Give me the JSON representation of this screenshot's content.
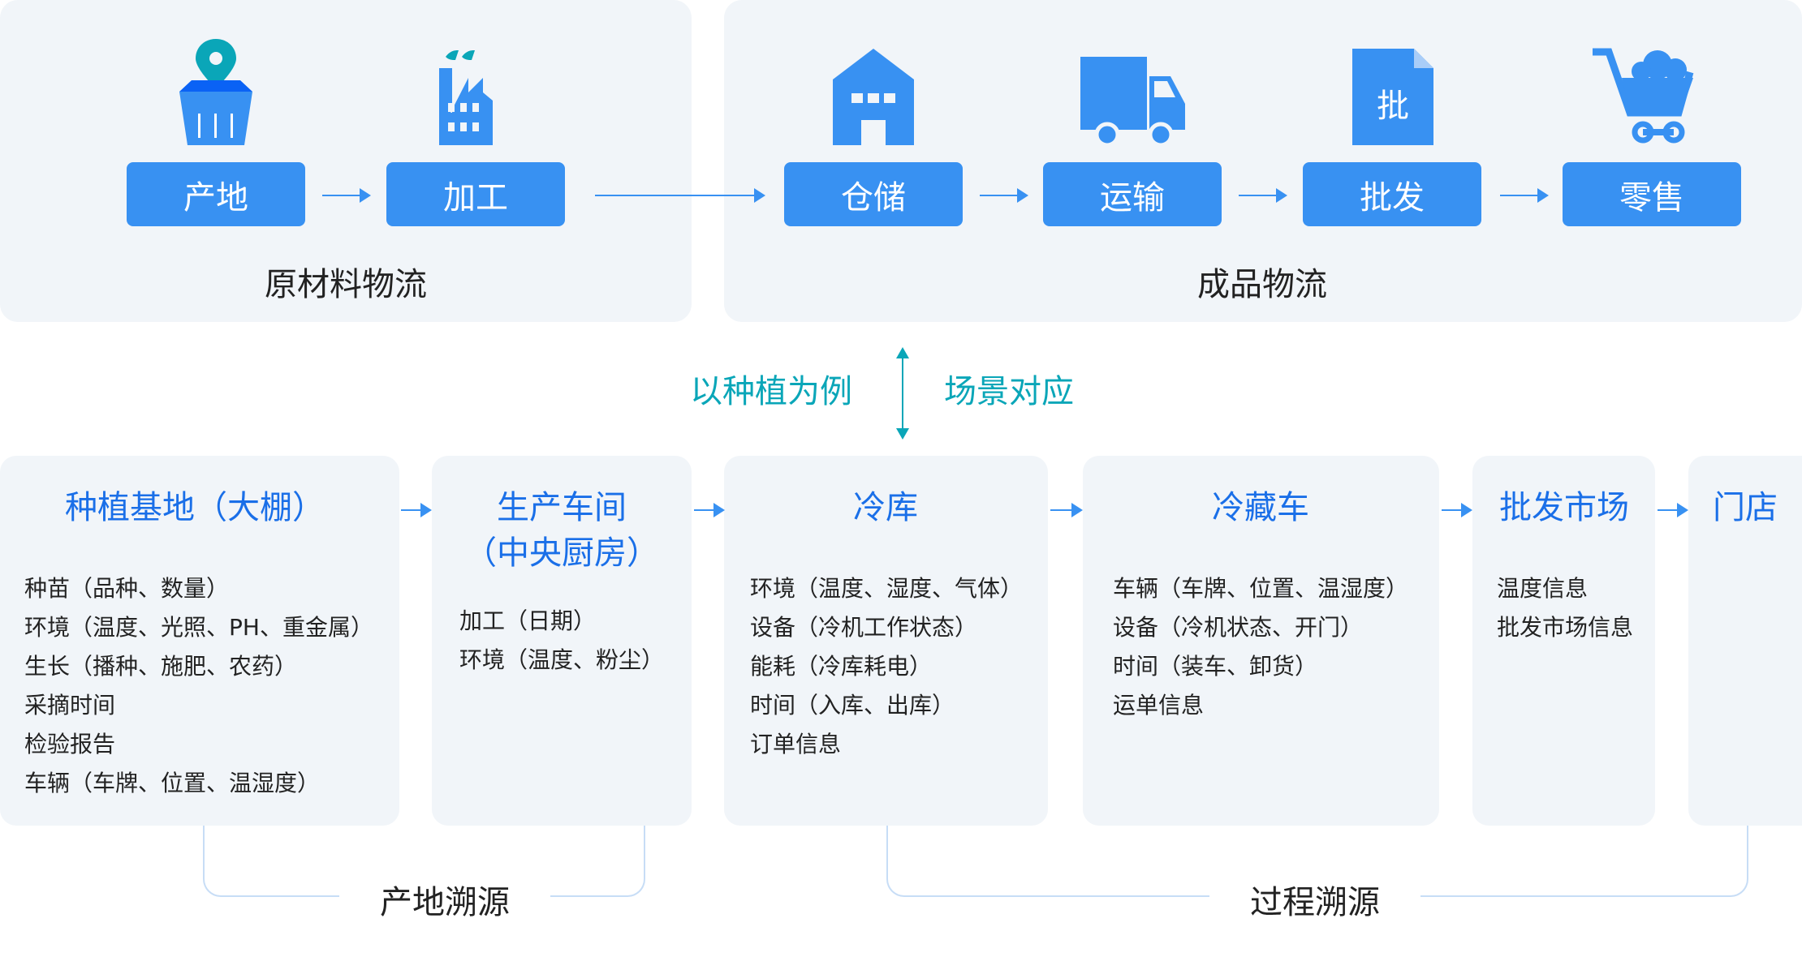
{
  "top": {
    "raw": {
      "label": "原材料物流",
      "steps": [
        {
          "label": "产地",
          "icon": "location-basket-icon"
        },
        {
          "label": "加工",
          "icon": "factory-icon"
        }
      ]
    },
    "finished": {
      "label": "成品物流",
      "steps": [
        {
          "label": "仓储",
          "icon": "warehouse-icon"
        },
        {
          "label": "运输",
          "icon": "truck-icon"
        },
        {
          "label": "批发",
          "icon": "document-icon",
          "icon_text": "批"
        },
        {
          "label": "零售",
          "icon": "shopping-cart-icon"
        }
      ]
    }
  },
  "middle": {
    "left": "以种植为例",
    "right": "场景对应"
  },
  "cards": [
    {
      "title": "种植基地（大棚）",
      "items": [
        "种苗（品种、数量）",
        "环境（温度、光照、PH、重金属）",
        "生长（播种、施肥、农药）",
        "采摘时间",
        "检验报告",
        "车辆（车牌、位置、温湿度）"
      ]
    },
    {
      "title": "生产车间",
      "title2": "（中央厨房）",
      "items": [
        "加工（日期）",
        "环境（温度、粉尘）"
      ]
    },
    {
      "title": "冷库",
      "items": [
        "环境（温度、湿度、气体）",
        "设备（冷机工作状态）",
        "能耗（冷库耗电）",
        "时间（入库、出库）",
        "订单信息"
      ]
    },
    {
      "title": "冷藏车",
      "items": [
        "车辆（车牌、位置、温湿度）",
        "设备（冷机状态、开门）",
        "时间（装车、卸货）",
        "运单信息"
      ]
    },
    {
      "title": "批发市场",
      "items": [
        "温度信息",
        "批发市场信息"
      ]
    },
    {
      "title": "门店",
      "items": []
    }
  ],
  "brackets": {
    "origin": "产地溯源",
    "process": "过程溯源"
  },
  "colors": {
    "button": "#3891f2",
    "title": "#1a6fe8",
    "teal": "#0aa6b8",
    "panel": "#f1f5f9"
  }
}
